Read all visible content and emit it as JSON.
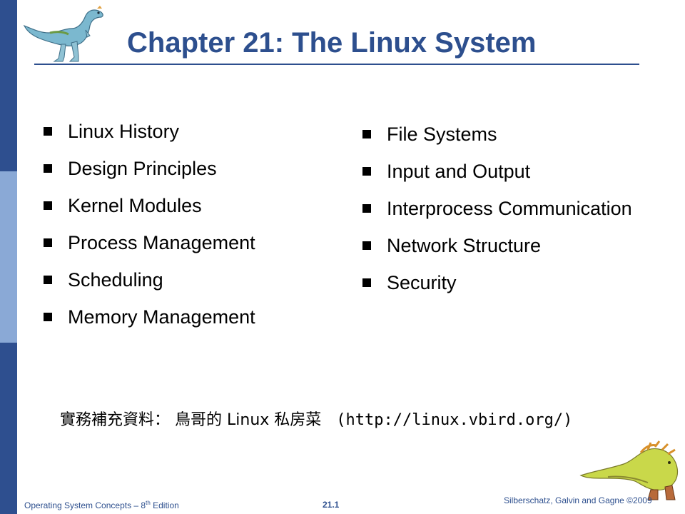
{
  "title": "Chapter 21: The Linux System",
  "left_items": [
    "Linux History",
    "Design Principles",
    "Kernel Modules",
    "Process Management",
    "Scheduling",
    "Memory Management"
  ],
  "right_items": [
    "File Systems",
    "Input and Output",
    "Interprocess Communication",
    "Network Structure",
    "Security"
  ],
  "note": {
    "label": "實務補充資料：",
    "site": "鳥哥的 Linux 私房菜",
    "url": "(http://linux.vbird.org/)"
  },
  "footer": {
    "left_prefix": "Operating System Concepts – 8",
    "left_sup": "th",
    "left_suffix": " Edition",
    "page": "21.1",
    "right": "Silberschatz, Galvin and Gagne ©2009"
  },
  "colors": {
    "title": "#2d4f8e",
    "stripe_dark": "#2e4f8f",
    "stripe_light": "#8aa9d6"
  }
}
